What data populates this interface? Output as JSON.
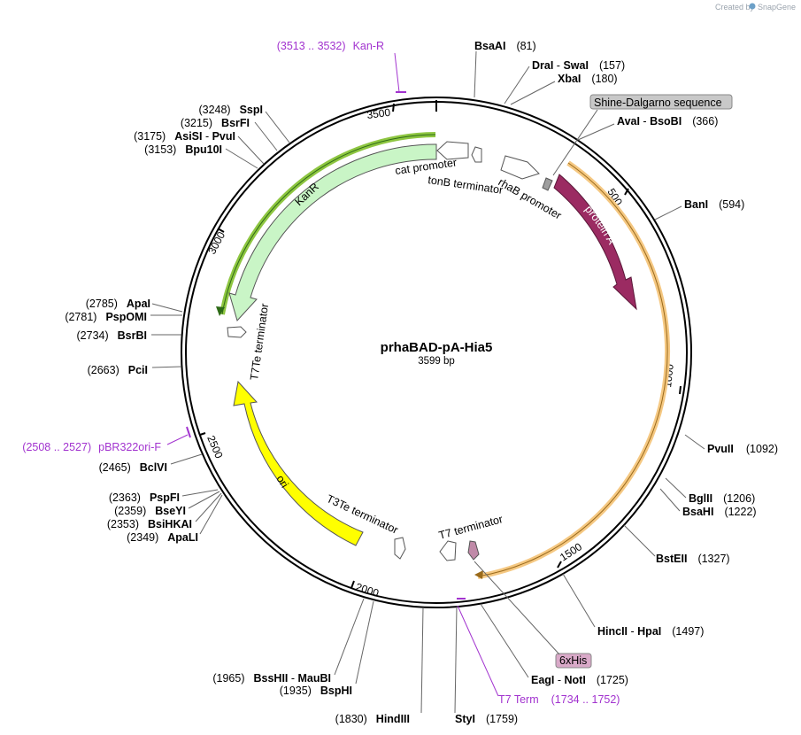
{
  "brand": {
    "created_by": "Created by",
    "name": "SnapGene"
  },
  "plasmid": {
    "name": "prhaBAD-pA-Hia5",
    "length_label": "3599 bp",
    "length_bp": 3599
  },
  "ticks": [
    "500",
    "1000",
    "1500",
    "2000",
    "2500",
    "3000",
    "3500"
  ],
  "restriction_sites": [
    {
      "enzyme": "BsaAI",
      "position": "(81)"
    },
    {
      "enzyme": "DraI",
      "enzyme2": "SwaI",
      "position": "(157)"
    },
    {
      "enzyme": "XbaI",
      "position": "(180)"
    },
    {
      "enzyme": "AvaI",
      "enzyme2": "BsoBI",
      "position": "(366)"
    },
    {
      "enzyme": "BanI",
      "position": "(594)"
    },
    {
      "enzyme": "PvuII",
      "position": "(1092)"
    },
    {
      "enzyme": "BglII",
      "position": "(1206)"
    },
    {
      "enzyme": "BsaHI",
      "position": "(1222)"
    },
    {
      "enzyme": "BstEII",
      "position": "(1327)"
    },
    {
      "enzyme": "HincII",
      "enzyme2": "HpaI",
      "position": "(1497)"
    },
    {
      "enzyme": "EagI",
      "enzyme2": "NotI",
      "position": "(1725)"
    },
    {
      "enzyme": "StyI",
      "position": "(1759)"
    },
    {
      "enzyme": "HindIII",
      "position": "(1830)"
    },
    {
      "enzyme": "BspHI",
      "position": "(1935)"
    },
    {
      "enzyme": "BssHII",
      "enzyme2": "MauBI",
      "position": "(1965)"
    },
    {
      "enzyme": "ApaLI",
      "position": "(2349)"
    },
    {
      "enzyme": "BsiHKAI",
      "position": "(2353)"
    },
    {
      "enzyme": "BseYI",
      "position": "(2359)"
    },
    {
      "enzyme": "PspFI",
      "position": "(2363)"
    },
    {
      "enzyme": "BclVI",
      "position": "(2465)"
    },
    {
      "enzyme": "PciI",
      "position": "(2663)"
    },
    {
      "enzyme": "BsrBI",
      "position": "(2734)"
    },
    {
      "enzyme": "PspOMI",
      "position": "(2781)"
    },
    {
      "enzyme": "ApaI",
      "position": "(2785)"
    },
    {
      "enzyme": "Bpu10I",
      "position": "(3153)"
    },
    {
      "enzyme": "AsiSI",
      "enzyme2": "PvuI",
      "position": "(3175)"
    },
    {
      "enzyme": "BsrFI",
      "position": "(3215)"
    },
    {
      "enzyme": "SspI",
      "position": "(3248)"
    }
  ],
  "primers": [
    {
      "name": "Kan-R",
      "range": "(3513 .. 3532)"
    },
    {
      "name": "pBR322ori-F",
      "range": "(2508 .. 2527)"
    },
    {
      "name": "T7 Term",
      "range": "(1734 .. 1752)"
    }
  ],
  "features": {
    "protein_a": "protein A",
    "kanr": "KanR",
    "ori": "ori",
    "cat_promoter": "cat promoter",
    "tonb_terminator": "tonB terminator",
    "rhab_promoter": "rhaB promoter",
    "t7te_terminator": "T7Te terminator",
    "t3te_terminator": "T3Te terminator",
    "t7_terminator": "T7 terminator",
    "shine_dalgarno": "Shine-Dalgarno sequence",
    "his_tag": "6xHis"
  },
  "colors": {
    "protein_a": "#9b2b62",
    "protein_a_band": "#f5c882",
    "kanr": "#c9f5c6",
    "kanr_band": "#8ec641",
    "ori": "#ffff00",
    "primer": "#a233cf",
    "his_tag": "#d9a9c8",
    "shine_dalgarno": "#c0c0c0"
  }
}
